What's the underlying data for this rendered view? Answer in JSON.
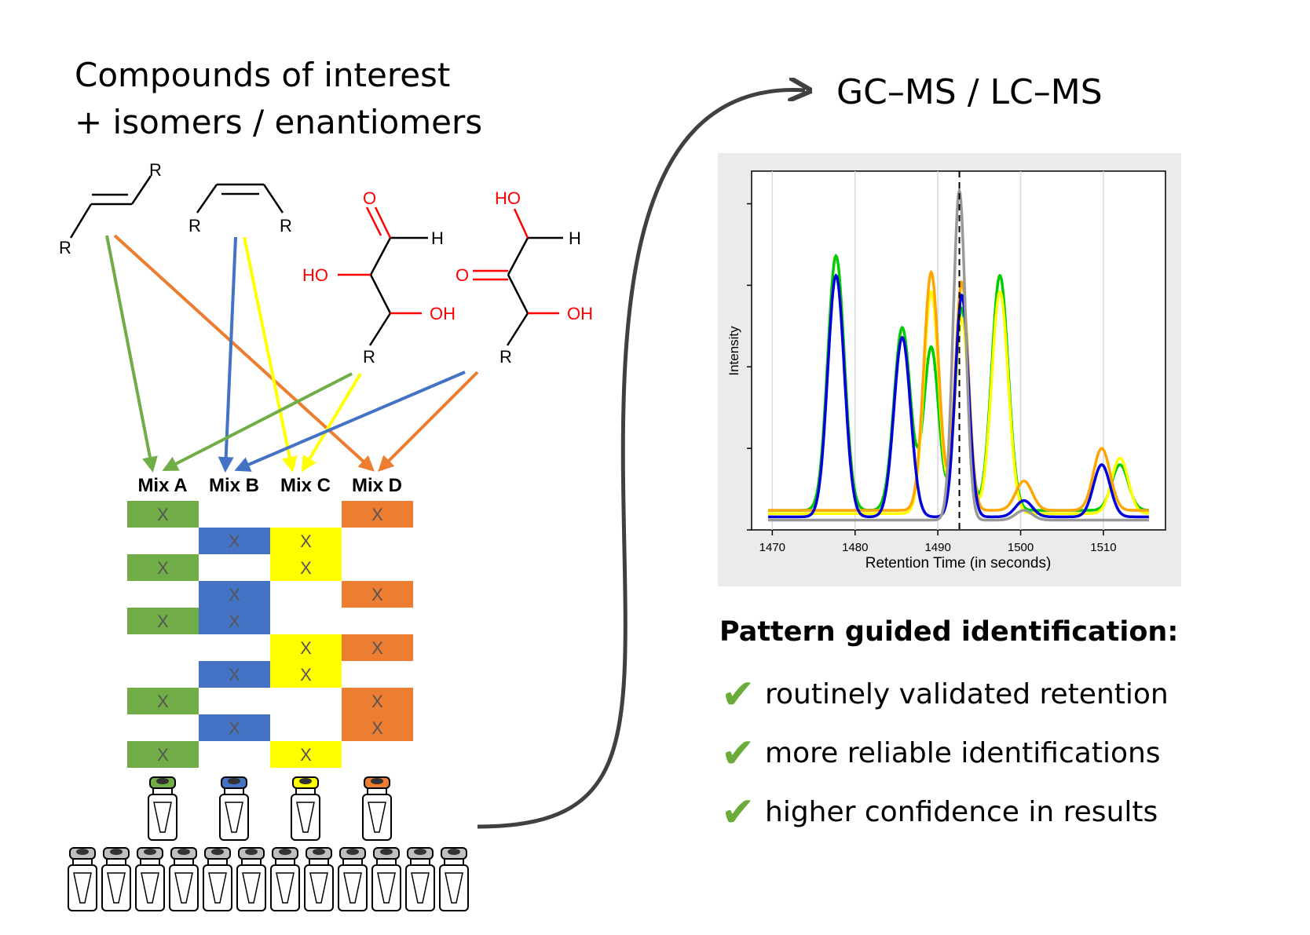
{
  "titles": {
    "left_line1": "Compounds of interest",
    "left_line2": "+ isomers / enantiomers",
    "right": "GC–MS / LC–MS"
  },
  "molecules": {
    "trans_labels": [
      "R",
      "R"
    ],
    "cis_labels": [
      "R",
      "R"
    ],
    "aldose": {
      "o": "O",
      "h": "H",
      "ho": "HO",
      "oh": "OH",
      "r": "R"
    },
    "ketose": {
      "ho": "HO",
      "h": "H",
      "o": "O",
      "oh": "OH",
      "r": "R"
    }
  },
  "mixes": {
    "labels": [
      "Mix A",
      "Mix B",
      "Mix C",
      "Mix D"
    ],
    "colors": [
      "#70ad47",
      "#4472c4",
      "#ffff00",
      "#ed7d31"
    ],
    "marker": "X",
    "rows": [
      [
        true,
        false,
        false,
        true
      ],
      [
        false,
        true,
        true,
        false
      ],
      [
        true,
        false,
        true,
        false
      ],
      [
        false,
        true,
        false,
        true
      ],
      [
        true,
        true,
        false,
        false
      ],
      [
        false,
        false,
        true,
        true
      ],
      [
        false,
        true,
        true,
        false
      ],
      [
        true,
        false,
        false,
        true
      ],
      [
        false,
        true,
        false,
        true
      ],
      [
        true,
        false,
        true,
        false
      ]
    ]
  },
  "vials": {
    "colored_caps": [
      "#70ad47",
      "#4472c4",
      "#ffff00",
      "#ed7d31"
    ],
    "grey_count": 12
  },
  "chart_data": {
    "type": "line",
    "xlabel": "Retention Time (in seconds)",
    "ylabel": "Intensity",
    "xlim": [
      1467.5,
      1517.5
    ],
    "ylim": [
      0,
      1.1
    ],
    "xticks": [
      1470,
      1480,
      1490,
      1500,
      1510
    ],
    "marker_line_x": 1492.6,
    "series": [
      {
        "color": "#00cc00",
        "peaks": [
          [
            1477.7,
            0.78,
            1.0
          ],
          [
            1485.7,
            0.56,
            1.0
          ],
          [
            1489.2,
            0.5,
            0.9
          ],
          [
            1492.9,
            0.62,
            0.8
          ],
          [
            1497.5,
            0.72,
            1.0
          ],
          [
            1512.0,
            0.14,
            1.0
          ]
        ],
        "baseline": 0.06
      },
      {
        "color": "#ffff00",
        "peaks": [
          [
            1489.2,
            0.68,
            0.9
          ],
          [
            1492.9,
            0.6,
            0.8
          ],
          [
            1497.5,
            0.68,
            1.0
          ],
          [
            1512.0,
            0.17,
            1.0
          ]
        ],
        "baseline": 0.05
      },
      {
        "color": "#ffa500",
        "peaks": [
          [
            1489.2,
            0.73,
            0.9
          ],
          [
            1492.9,
            0.7,
            0.8
          ],
          [
            1500.4,
            0.09,
            1.0
          ],
          [
            1509.8,
            0.19,
            1.0
          ]
        ],
        "baseline": 0.06
      },
      {
        "color": "#0000dd",
        "peaks": [
          [
            1477.7,
            0.74,
            1.0
          ],
          [
            1485.7,
            0.55,
            1.0
          ],
          [
            1492.9,
            0.68,
            0.8
          ],
          [
            1500.4,
            0.05,
            1.0
          ],
          [
            1509.8,
            0.16,
            1.0
          ]
        ],
        "baseline": 0.04
      },
      {
        "color": "#999999",
        "peaks": [
          [
            1492.6,
            1.01,
            0.75
          ],
          [
            1500.4,
            0.03,
            1.0
          ]
        ],
        "baseline": 0.03
      }
    ]
  },
  "pattern": {
    "title": "Pattern guided identification:",
    "check": "✔",
    "items": [
      "routinely validated retention",
      "more reliable identifications",
      "higher confidence in results"
    ]
  }
}
